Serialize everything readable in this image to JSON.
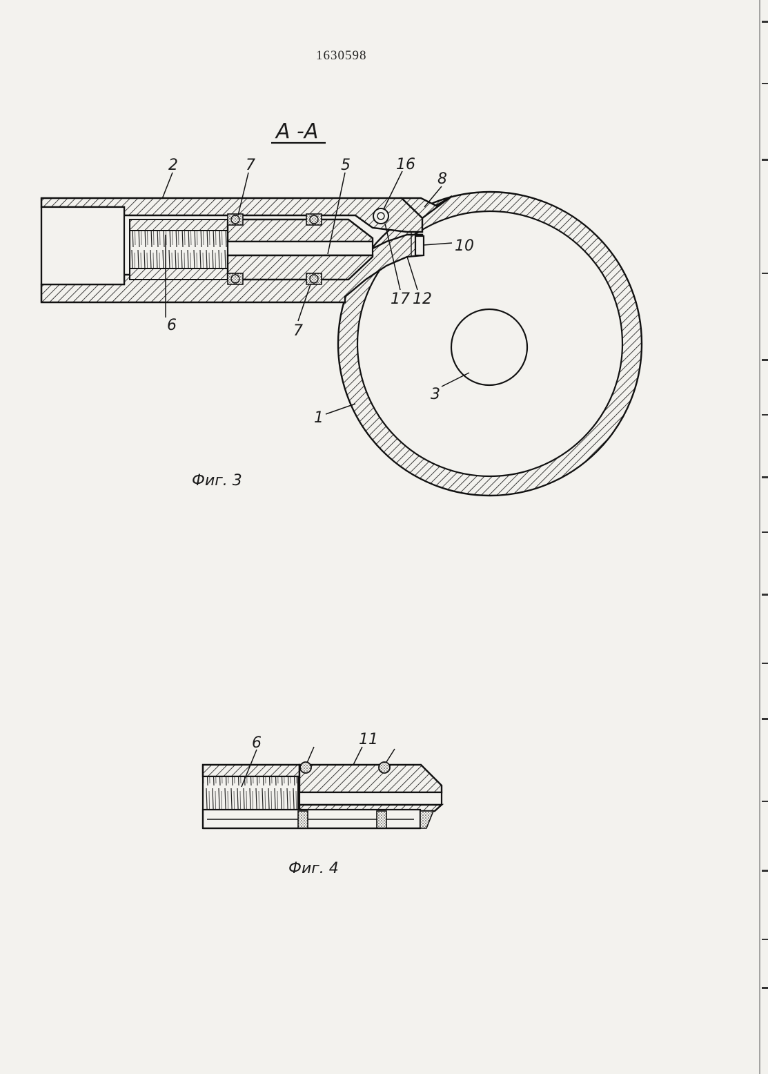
{
  "document_number": "1630598",
  "section_label": "А -А",
  "fig3": {
    "caption": "Фиг. 3",
    "labels": [
      "2",
      "7",
      "5",
      "16",
      "8",
      "10",
      "17",
      "12",
      "6",
      "7",
      "3",
      "1"
    ]
  },
  "fig4": {
    "caption": "Фиг. 4",
    "labels": [
      "6",
      "11"
    ]
  },
  "colors": {
    "paper": "#f3f2ee",
    "ink": "#111111"
  }
}
